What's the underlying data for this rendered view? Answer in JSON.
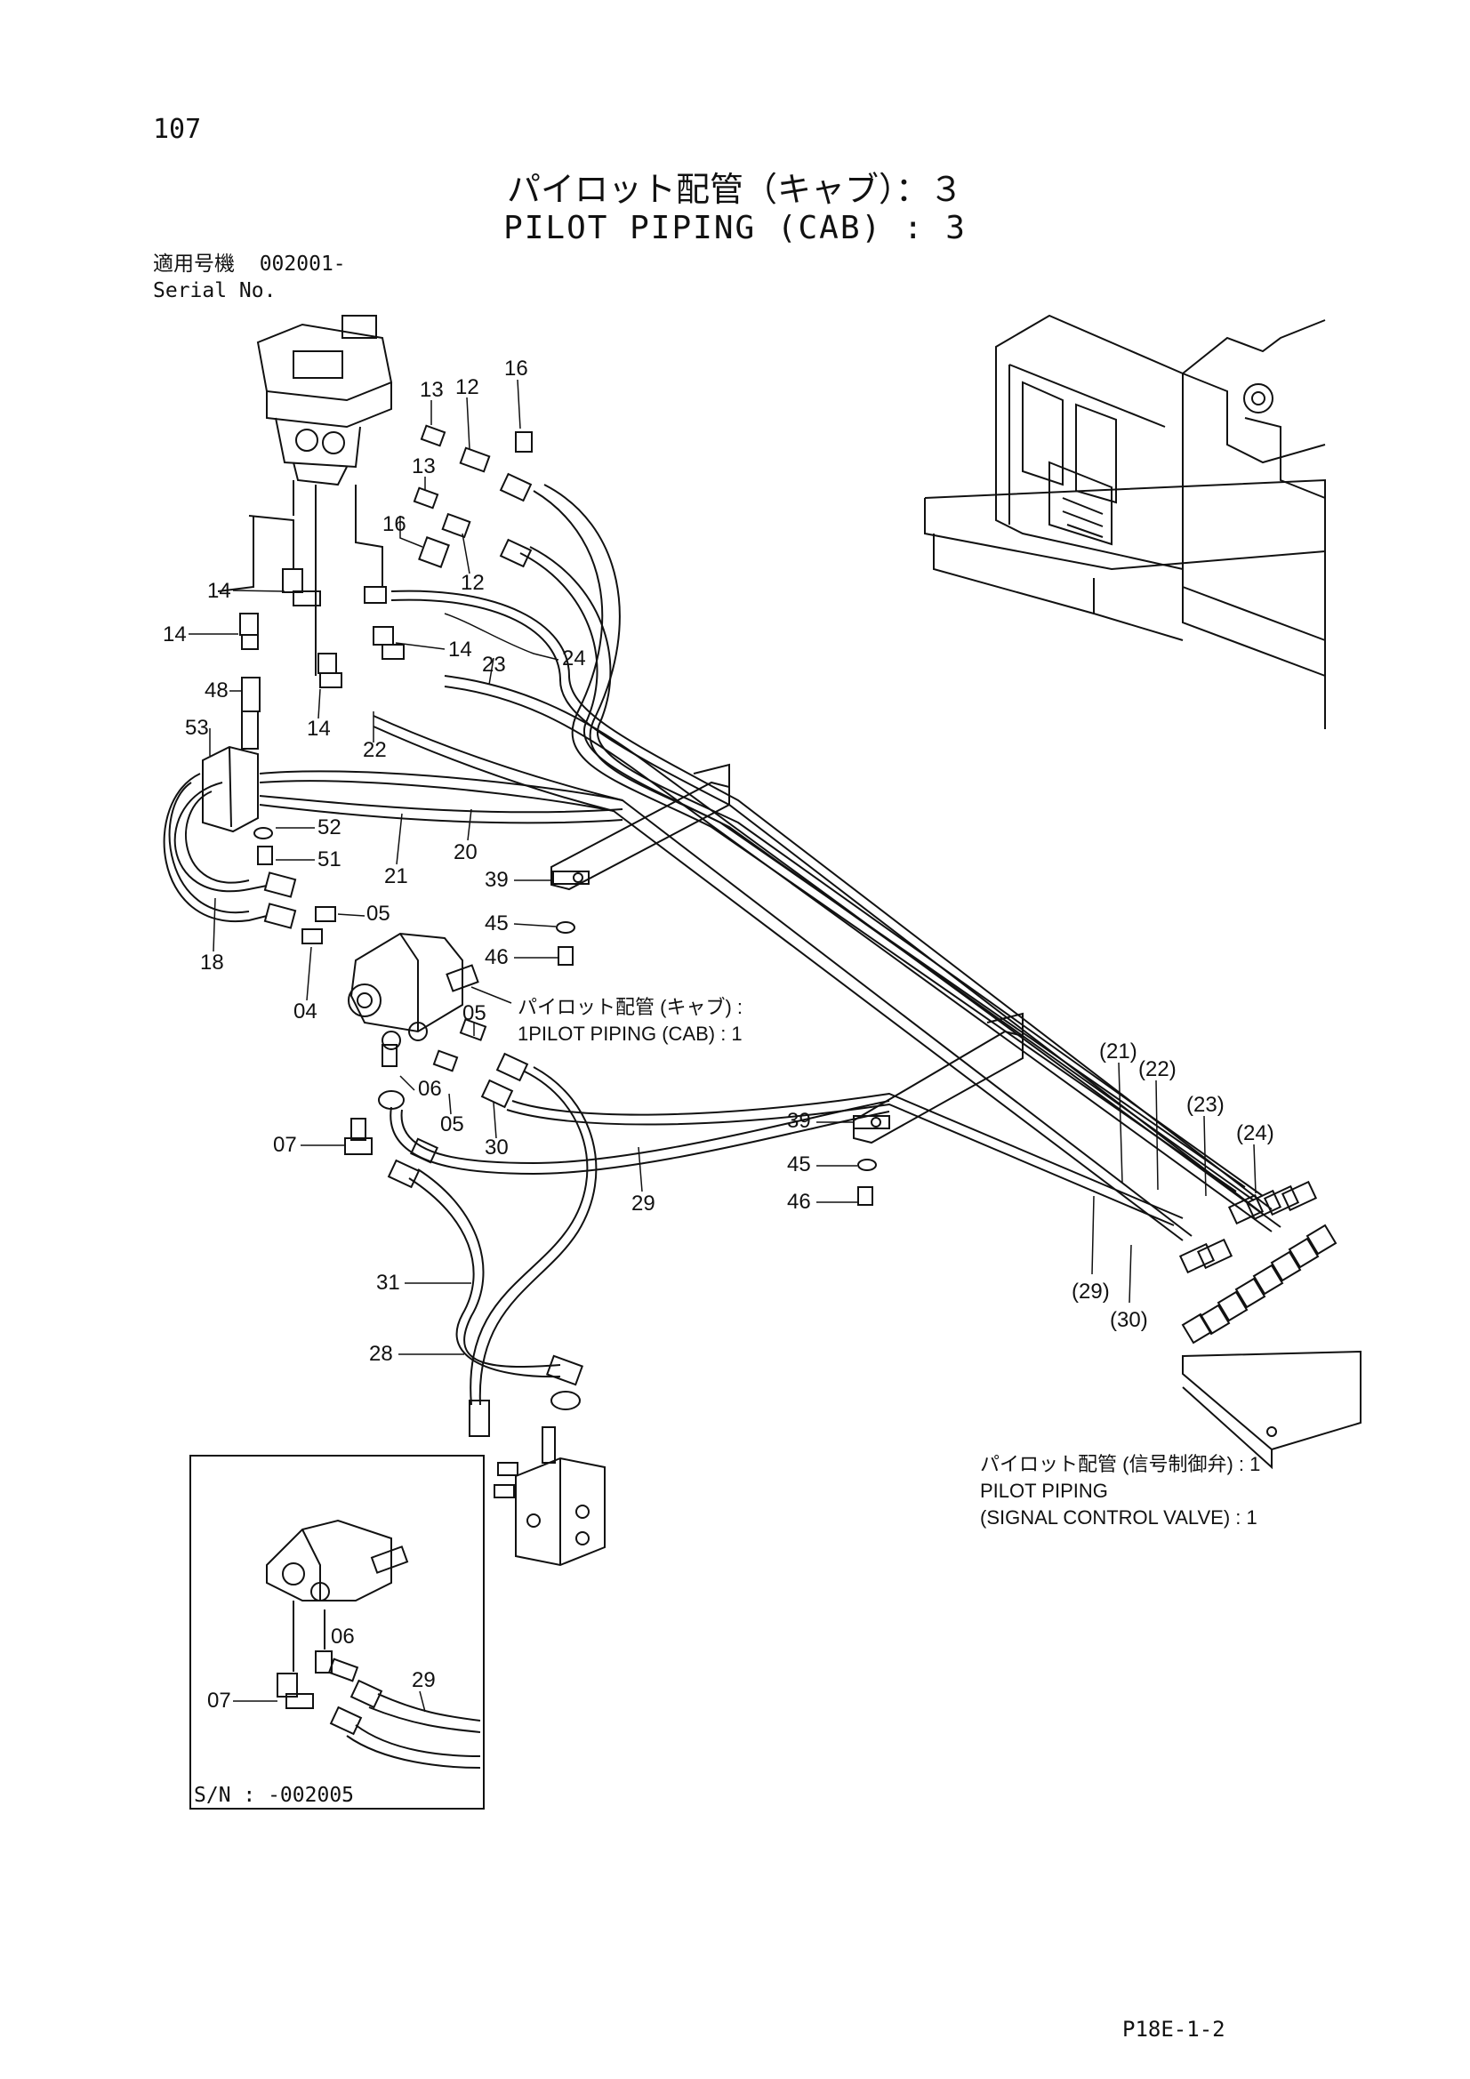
{
  "page_number": "107",
  "title_jp": "パイロット配管（キャブ）：３",
  "title_en": "PILOT PIPING (CAB) : 3",
  "serial": {
    "label_jp": "適用号機",
    "value": "002001-",
    "label_en": "Serial No."
  },
  "notes": {
    "pilot_cab_1_jp": "パイロット配管 (キャブ) :",
    "pilot_cab_1_en": "1PILOT PIPING (CAB) : 1",
    "signal_valve_jp": "パイロット配管 (信号制御弁) : 1",
    "signal_valve_en1": "PILOT PIPING",
    "signal_valve_en2": "(SIGNAL CONTROL VALVE) : 1"
  },
  "inset": {
    "serial": "S/N : -002005"
  },
  "footer_code": "P18E-1-2",
  "part_labels": {
    "p13a": "13",
    "p12a": "12",
    "p16a": "16",
    "p13b": "13",
    "p16b": "16",
    "p12b": "12",
    "p14a": "14",
    "p14b": "14",
    "p14c": "14",
    "p14d": "14",
    "p24": "24",
    "p23": "23",
    "p48": "48",
    "p53": "53",
    "p22": "22",
    "p52": "52",
    "p51": "51",
    "p21": "21",
    "p20": "20",
    "p39a": "39",
    "p45a": "45",
    "p46a": "46",
    "p05a": "05",
    "p18": "18",
    "p04": "04",
    "p05b": "05",
    "p06": "06",
    "p05c": "05",
    "p30": "30",
    "p07": "07",
    "p29": "29",
    "p31": "31",
    "p28": "28",
    "p39b": "39",
    "p45b": "45",
    "p46b": "46",
    "p21r": "(21)",
    "p22r": "(22)",
    "p23r": "(23)",
    "p24r": "(24)",
    "p29r": "(29)",
    "p30r": "(30)",
    "i06": "06",
    "i07": "07",
    "i29": "29"
  }
}
